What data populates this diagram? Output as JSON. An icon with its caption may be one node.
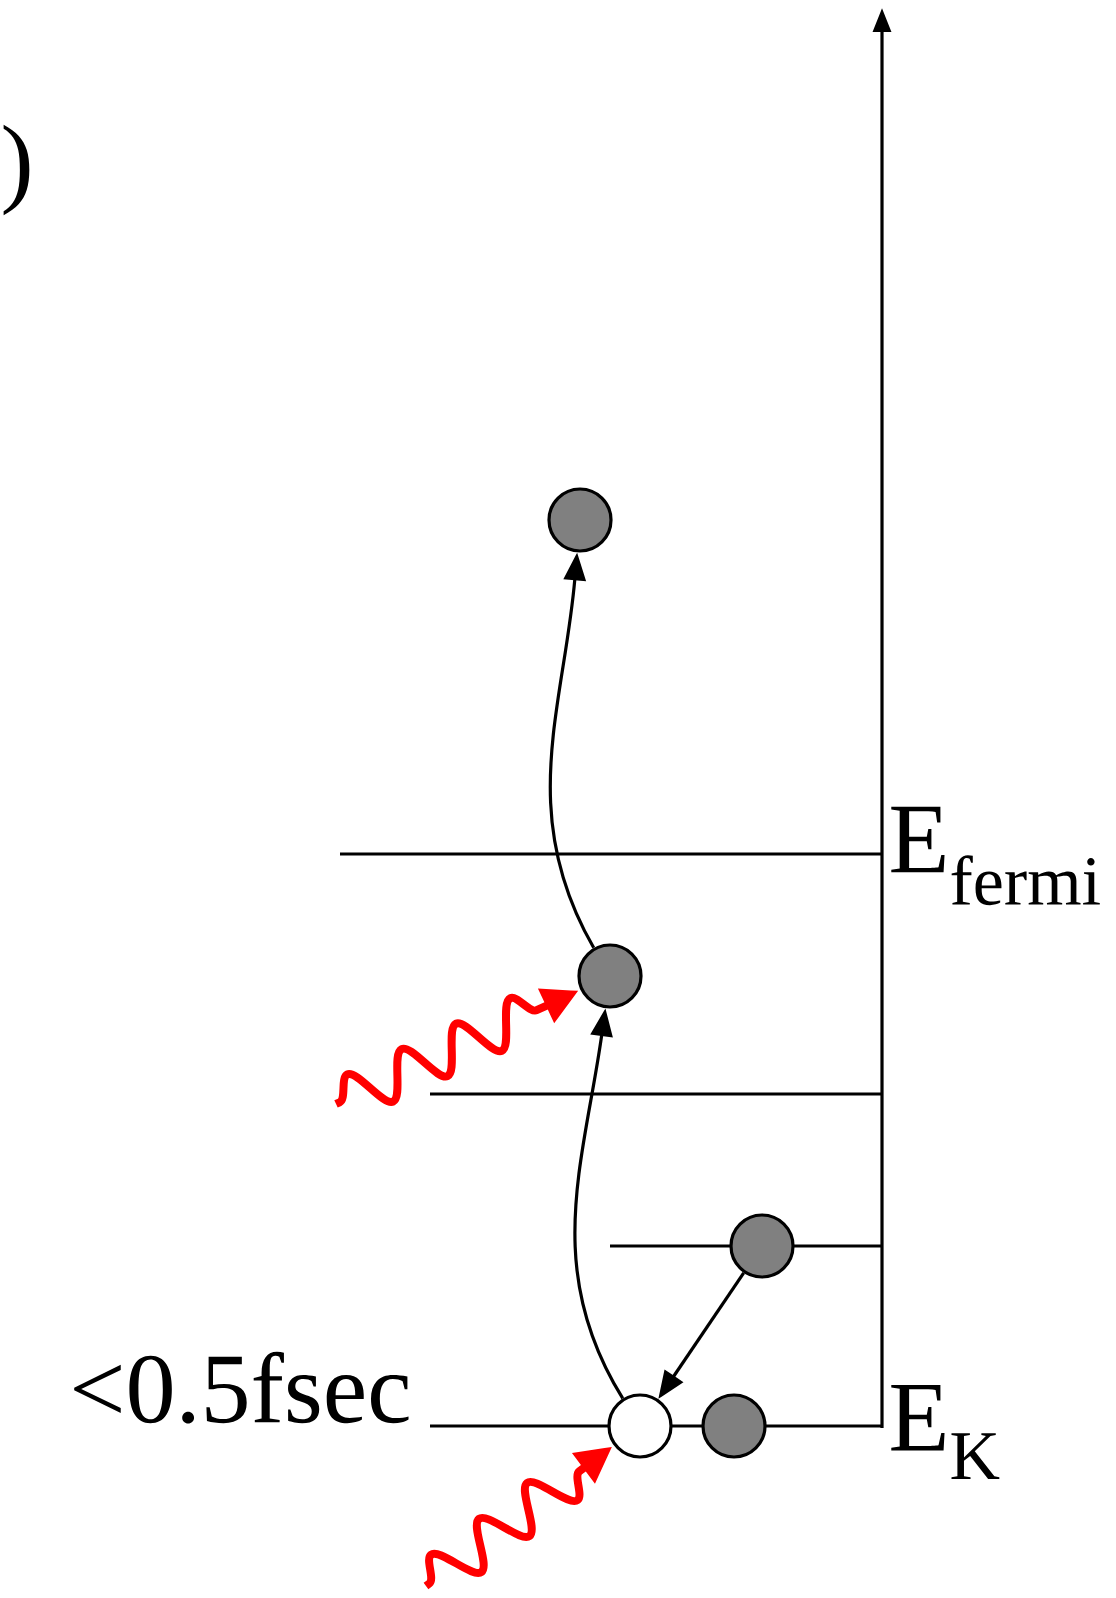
{
  "diagram": {
    "nodes": [
      {
        "text": [],
        "shape": "circle"
      },
      {
        "text": [],
        "shape": "circle"
      },
      {
        "text": [],
        "shape": "circle"
      },
      {
        "text": [],
        "shape": "circle"
      },
      {
        "text": [],
        "shape": "circle"
      }
    ],
    "edges": [
      {
        "from": 1,
        "to": 0,
        "arrow": "to"
      },
      {
        "from": 3,
        "to": 1,
        "arrow": "to"
      },
      {
        "from": 2,
        "to": 3,
        "arrow": "to"
      },
      {
        "from": null,
        "to": 1,
        "arrow": "to",
        "style": "thick",
        "color": "#ff0000"
      },
      {
        "from": null,
        "to": 3,
        "arrow": "to",
        "style": "thick",
        "color": "#ff0000"
      }
    ],
    "labels": [
      ")",
      "E$_{fermi}$",
      "<0.5fsec",
      "E$_{K}$"
    ]
  }
}
